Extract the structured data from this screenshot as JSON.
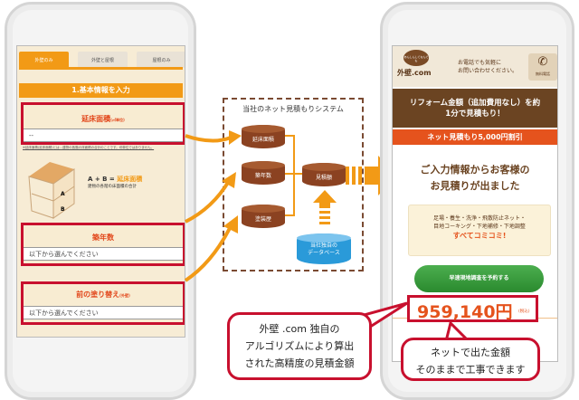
{
  "left_phone": {
    "tabs": [
      "外壁のみ",
      "外壁と屋根",
      "屋根のみ"
    ],
    "section_title": "1.基本情報を入力",
    "field1": {
      "label": "延床面積",
      "sub": "(㎡単位)",
      "value": "--"
    },
    "note": "※延床面積(延床面積)とは…建物の各階の床面積の合計のことです。坪単位ではありません。",
    "formula": "A + B = ",
    "formula_highlight": "延床面積",
    "formula_sub": "建物の各階の床面積の合計",
    "house_labels": [
      "A",
      "B"
    ],
    "field2": {
      "label": "築年数",
      "placeholder": "以下から選んでください"
    },
    "field3": {
      "label": "前の塗り替え",
      "sub": "(外壁)",
      "placeholder": "以下から選んでください"
    }
  },
  "system": {
    "title": "当社のネット見積もりシステム",
    "inputs": [
      "延床面積",
      "築年数",
      "塗装歴"
    ],
    "output": "見積額",
    "database": [
      "当社独自の",
      "データベース"
    ]
  },
  "right_phone": {
    "logo_bubble": "あんしんしてなんでも",
    "logo_text": "外壁.com",
    "contact": [
      "お電話でも気軽に",
      "お問い合わせください。"
    ],
    "phone_button": "無料電話",
    "banner": [
      "リフォーム金額（追加費用なし）を約",
      "1分で見積もり！"
    ],
    "discount": "ネット見積もり5,000円割引",
    "headline": [
      "ご入力情報からお客様の",
      "お見積りが出ました"
    ],
    "included": [
      "足場・養生・洗浄・飛散防止ネット・",
      "目地コーキング・下地補修・下地調整"
    ],
    "included_highlight": "すべてコミコミ!",
    "cta": "早速現地調査を予約する",
    "price": "959,140円",
    "tax": "(税込)"
  },
  "callouts": {
    "left": [
      "外壁 .com 独自の",
      "アルゴリズムにより算出",
      "された高精度の見積金額"
    ],
    "right": [
      "ネットで出た金額",
      "そのままで工事できます"
    ]
  }
}
